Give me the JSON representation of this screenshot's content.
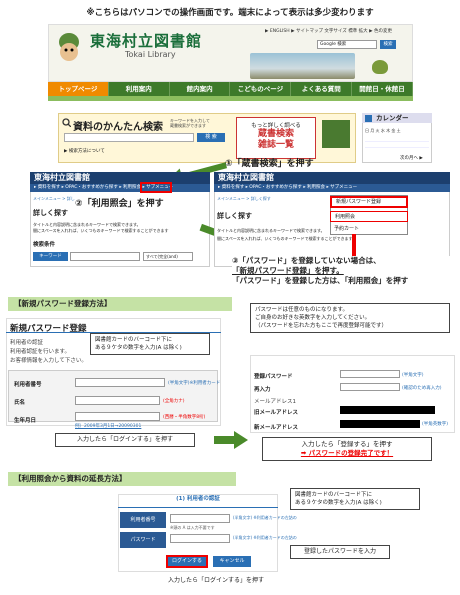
{
  "note": "※こちらはパソコンでの操作画面です。端末によって表示は多少変わります",
  "header": {
    "title": "東海村立図書館",
    "subtitle": "Tokai Library",
    "links": "▶ ENGLISH ▶ サイトマップ 文字サイズ 標準 拡大 ▶ 色の変更",
    "search_placeholder": "Google 検索",
    "search_btn": "検索"
  },
  "nav": [
    "トップページ",
    "利用案内",
    "館内案内",
    "こどものページ",
    "よくある質問",
    "開館日・休館日"
  ],
  "search": {
    "title": "資料のかんたん検索",
    "sub": "キーワードを入力して\n蔵書検索ができます",
    "btn": "検 索",
    "detail": "▶ 検索方法について",
    "banner_top": "もっと詳しく調べる",
    "banner_main": "蔵書検索\n雑誌一覧"
  },
  "calendar": {
    "title": "カレンダー",
    "days": "日 月 火 水 木 金 土",
    "next": "次の月へ ▶"
  },
  "step1": "①「蔵書検索」を押す",
  "step2": "②「利用照会」を押す",
  "step3": [
    "③「パスワード」を登録していない場合は、",
    "「新規パスワード登録」を押す。",
    "「パスワード」を登録した方は、「利用照会」を押す"
  ],
  "win": {
    "title": "東海村立図書館",
    "bar": "▸ 資料を探す ▸ OPAC・おすすめから探す ▸ 利用照会 ▸ サブメニュー",
    "crumb": "メインメニュー > 詳しく探す",
    "heading": "詳しく探す",
    "desc": "タイトルと内容説明に含まれるキーワードで検索できます。",
    "desc2": "間にスペースを入れれば、いくつものキーワードで検索することができます",
    "cond": "検索条件",
    "kw": "キーワード",
    "all": "すべて(完全(and)",
    "menu": [
      "新規パスワード登録",
      "利用照会",
      "予約カート"
    ]
  },
  "sect1": "【新規パスワード登録方法】",
  "reg": {
    "title": "新規パスワード登録",
    "auth": "利用者の認証",
    "desc": "利用者認証を行います。",
    "desc2": "お客様情報を入力して下さい。",
    "id": "利用者番号",
    "name": "氏名",
    "birth": "生年月日",
    "id_note": "(半角文字)※利用者カード",
    "name_note": "(全角カナ)",
    "birth_note": "(西暦・半角数字8桁)",
    "birth_ex": "例）2009年3月1日→20090301"
  },
  "bubble1": "図書館カードのバーコード下に\nある９ケタの数字を入力(A は除く)",
  "login1": "入力したら「ログインする」を押す",
  "pwnote": "パスワードは任意のものになります。\nご自身のお好きな英数字を入力してください。\n（パスワードを忘れた方もここで再度登録可能です）",
  "reg2": {
    "pw": "登録パスワード",
    "pw2": "再入力",
    "mail1": "メールアドレス1",
    "mail": "旧メールアドレス",
    "newmail": "新メールアドレス",
    "pw_note": "(半角文字)",
    "pw2_note": "(確認のため再入力)",
    "mail_note": "(半角英数字)"
  },
  "done1": "入力したら「登録する」を押す",
  "done2": "➡ パスワードの登録完了です！",
  "sect2": "【利用照会から資料の延長方法】",
  "login": {
    "title": "(1) 利用者の認証",
    "id": "利用者番号",
    "pw": "パスワード",
    "id_note": "(半角文字) ※利用者カードの左詰の",
    "hint": "※頭の A は入力不要です",
    "login_btn": "ログインする",
    "cancel_btn": "キャンセル"
  },
  "bubble2": "図書館カードのバーコード下に\nある９ケタの数字を入力(A は除く)",
  "bubble3": "登録したパスワードを入力",
  "login2": "入力したら「ログインする」を押す"
}
